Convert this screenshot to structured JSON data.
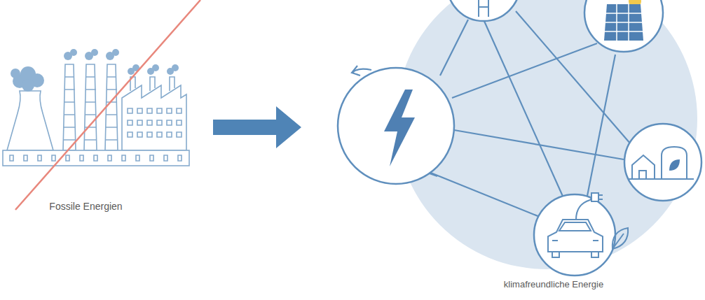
{
  "diagram": {
    "nodes": [
      {
        "text": [
          "Fossile Energien"
        ]
      },
      {
        "text": [
          "klimafreundliche Energie"
        ]
      }
    ],
    "edges": [
      {
        "from": 0,
        "to": 1,
        "arrow": "to"
      }
    ]
  }
}
